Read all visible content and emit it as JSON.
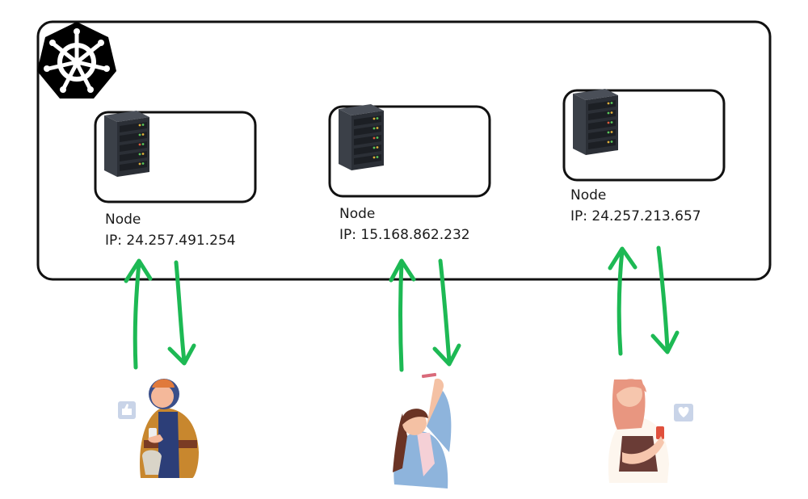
{
  "cluster": {
    "logo_icon": "kubernetes-helm-icon",
    "colors": {
      "border": "#111111",
      "logo_bg": "#000000",
      "logo_fg": "#ffffff",
      "arrow": "#1db954"
    }
  },
  "nodes": [
    {
      "label": "Node",
      "ip": "IP: 24.257.491.254",
      "icon": "server-rack-icon"
    },
    {
      "label": "Node",
      "ip": "IP: 15.168.862.232",
      "icon": "server-rack-icon"
    },
    {
      "label": "Node",
      "ip": "IP: 24.257.213.657",
      "icon": "server-rack-icon"
    }
  ],
  "users": [
    {
      "icon": "user-hoodie-phone-icon",
      "badge_icon": "thumbs-up-icon"
    },
    {
      "icon": "user-selfie-phone-icon"
    },
    {
      "icon": "user-girl-phone-icon",
      "badge_icon": "heart-icon"
    }
  ]
}
